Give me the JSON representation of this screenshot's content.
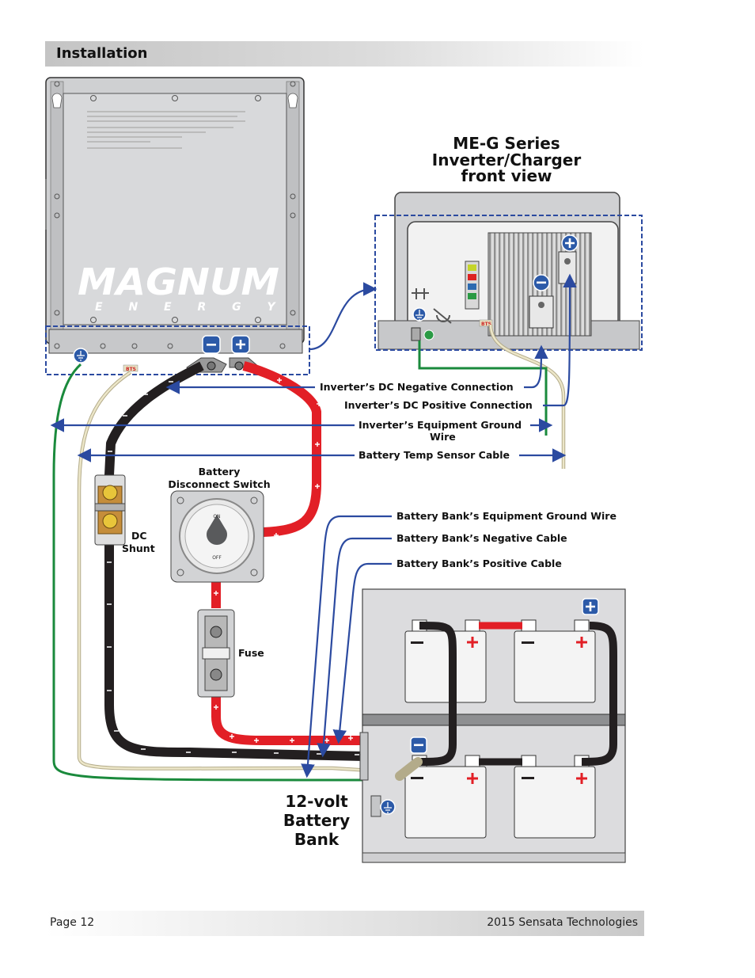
{
  "header": {
    "title": "Installation"
  },
  "footer": {
    "page": "Page 12",
    "copyright": "2015 Sensata Technologies"
  },
  "inverter": {
    "logo_main": "MAGNUM",
    "logo_sub": "E N E R G Y",
    "bts": "BTS"
  },
  "front_view": {
    "title_lines": [
      "ME-G Series",
      "Inverter/Charger",
      "front view"
    ],
    "bts": "BTS"
  },
  "labels": {
    "dc_negative": "Inverter’s DC Negative Connection",
    "dc_positive": "Inverter’s DC Positive Connection",
    "equip_ground_1": "Inverter’s Equipment Ground",
    "equip_ground_2": "Wire",
    "temp_sensor": "Battery Temp Sensor Cable",
    "disconnect_1": "Battery",
    "disconnect_2": "Disconnect Switch",
    "switch_on": "ON",
    "switch_off": "OFF",
    "shunt_1": "DC",
    "shunt_2": "Shunt",
    "fuse": "Fuse",
    "bank_ground": "Battery Bank’s Equipment Ground Wire",
    "bank_negative": "Battery Bank’s Negative Cable",
    "bank_positive": "Battery Bank’s Positive Cable",
    "bank_title_1": "12-volt",
    "bank_title_2": "Battery",
    "bank_title_3": "Bank"
  },
  "colors": {
    "positive": "#e21f26",
    "negative": "#231f20",
    "ground": "#1a8a3c",
    "sensor": "#e8e2c4",
    "callout": "#2b4aa0"
  }
}
